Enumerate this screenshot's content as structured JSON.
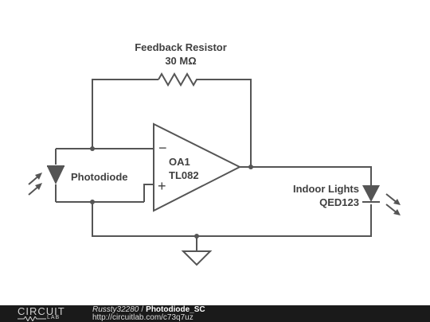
{
  "diagram": {
    "feedback_resistor": {
      "name": "Feedback Resistor",
      "value": "30 MΩ"
    },
    "opamp": {
      "ref": "OA1",
      "part": "TL082",
      "minus_sign": "−",
      "plus_sign": "+"
    },
    "photodiode": {
      "name": "Photodiode"
    },
    "led": {
      "name": "Indoor Lights",
      "part": "QED123"
    },
    "colors": {
      "wire": "#555555",
      "component": "#555555"
    }
  },
  "footer": {
    "logo_top": "CIRCUIT",
    "logo_bottom": "LAB",
    "author": "Russty32280",
    "separator": "/",
    "title": "Photodiode_SC",
    "url": "http://circuitlab.com/c73q7uz"
  }
}
